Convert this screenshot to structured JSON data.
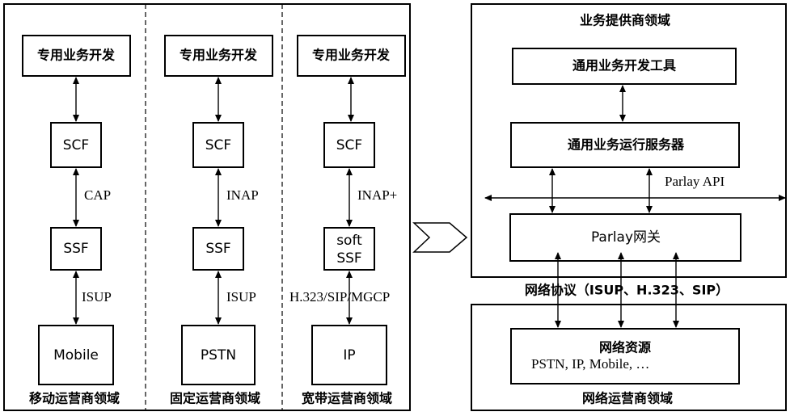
{
  "columns": [
    {
      "dev": "专用业务开发",
      "scf": "SCF",
      "protocol_upper": "CAP",
      "ssf_lines": [
        "SSF"
      ],
      "protocol_lower": "ISUP",
      "network": "Mobile",
      "domain": "移动运营商领域"
    },
    {
      "dev": "专用业务开发",
      "scf": "SCF",
      "protocol_upper": "INAP",
      "ssf_lines": [
        "SSF"
      ],
      "protocol_lower": "ISUP",
      "network": "PSTN",
      "domain": "固定运营商领域"
    },
    {
      "dev": "专用业务开发",
      "scf": "SCF",
      "protocol_upper": "INAP+",
      "ssf_lines": [
        "soft",
        "SSF"
      ],
      "protocol_lower": "H.323/SIP/MGCP",
      "network": "IP",
      "domain": "宽带运营商领域"
    }
  ],
  "provider": {
    "domain": "业务提供商领域",
    "tools": "通用业务开发工具",
    "server": "通用业务运行服务器",
    "api": "Parlay API",
    "gateway": "Parlay网关"
  },
  "network_protocol": "网络协议（ISUP、H.323、SIP）",
  "operator": {
    "resources_title": "网络资源",
    "resources_list": "PSTN, IP, Mobile, …",
    "domain": "网络运营商领域"
  }
}
